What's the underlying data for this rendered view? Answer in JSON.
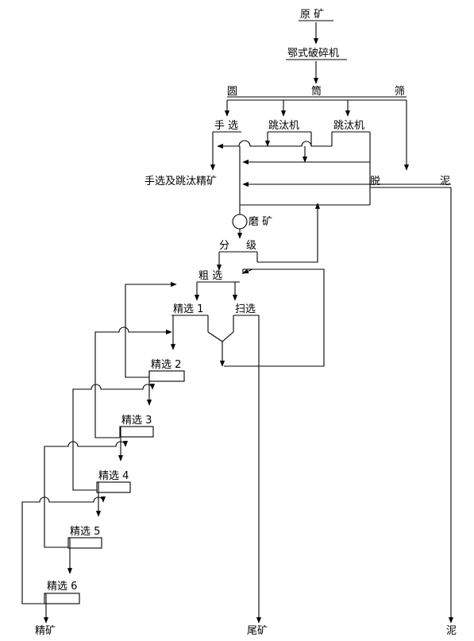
{
  "flowsheet": {
    "raw_ore": "原 矿",
    "jaw_crusher": "鄂式破碎机",
    "screen": {
      "left": "圆",
      "mid": "筒",
      "right": "筛"
    },
    "hand_select": "手 选",
    "jig_1": "跳汰机",
    "jig_2": "跳汰机",
    "hand_jig_concentrate": "手选及跳汰精矿",
    "desliming": {
      "left": "脱",
      "right": "泥"
    },
    "grinding": "磨 矿",
    "classification": {
      "left": "分",
      "right": "级"
    },
    "rougher": "粗  选",
    "cleaner_1": "精选 1",
    "scavenger": "扫选",
    "cleaner_2": "精选 2",
    "cleaner_3": "精选 3",
    "cleaner_4": "精选 4",
    "cleaner_5": "精选 5",
    "cleaner_6": "精选 6",
    "final_concentrate": "精矿",
    "tailings": "尾矿",
    "slime": "泥"
  }
}
